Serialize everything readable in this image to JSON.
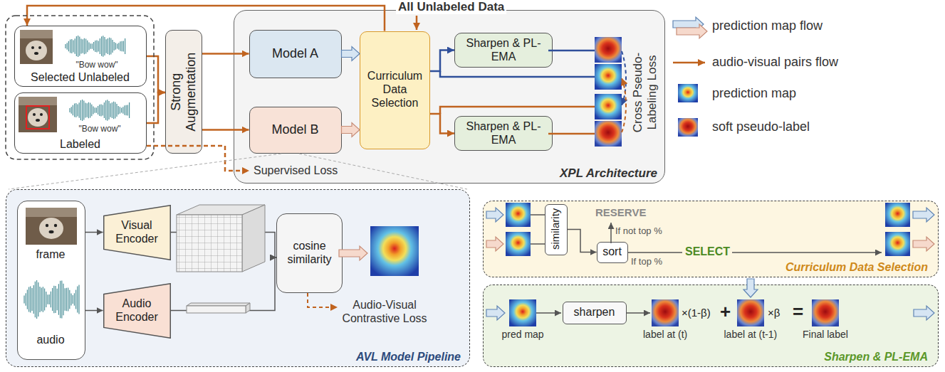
{
  "diagram": {
    "nodes": [
      {
        "text": [
          "\"Bow wow\"",
          "Selected Unlabeled"
        ]
      },
      {
        "text": [
          "\"Bow wow\"",
          "Labeled"
        ]
      },
      {
        "text": [
          "Strong Augmentation"
        ]
      },
      {
        "text": [
          "XPL Architecture"
        ]
      },
      {
        "text": [
          "Model A"
        ],
        "in": 3
      },
      {
        "text": [
          "Model B"
        ],
        "in": 3
      },
      {
        "text": [
          "Curriculum Data Selection"
        ],
        "in": 3
      },
      {
        "text": [
          "Sharpen & PL-EMA"
        ],
        "in": 3
      },
      {
        "text": [
          "Sharpen & PL-EMA"
        ],
        "in": 3
      },
      {
        "text": [
          "AVL Model Pipeline"
        ]
      },
      {
        "text": [
          "frame",
          "audio"
        ],
        "in": 9
      },
      {
        "text": [
          "Visual Encoder"
        ],
        "in": 9
      },
      {
        "text": [
          "Audio Encoder"
        ],
        "in": 9
      },
      {
        "text": [
          "cosine similarity"
        ],
        "in": 9
      },
      {
        "text": [
          "Curriculum Data Selection"
        ]
      },
      {
        "text": [
          "similarity"
        ],
        "in": 14
      },
      {
        "text": [
          "sort"
        ],
        "in": 14
      },
      {
        "text": [
          "Sharpen & PL-EMA"
        ]
      },
      {
        "text": [
          "sharpen"
        ],
        "in": 17
      }
    ],
    "edges": [
      {
        "from": 0,
        "to": 2,
        "arrow": "to"
      },
      {
        "from": 1,
        "to": 2,
        "arrow": "to"
      },
      {
        "from": 6,
        "to": 0,
        "arrow": "to"
      },
      {
        "from": 2,
        "to": 4,
        "arrow": "to"
      },
      {
        "from": 2,
        "to": 5,
        "arrow": "to"
      },
      {
        "from": 4,
        "to": 6,
        "arrow": "to"
      },
      {
        "from": 5,
        "to": 6,
        "arrow": "to"
      },
      {
        "from": 6,
        "to": 7,
        "arrow": "to"
      },
      {
        "from": 6,
        "to": 8,
        "arrow": "to"
      },
      {
        "from": 10,
        "to": 11,
        "arrow": "to"
      },
      {
        "from": 10,
        "to": 12,
        "arrow": "to"
      },
      {
        "from": 11,
        "to": 13,
        "arrow": "to"
      },
      {
        "from": 12,
        "to": 13,
        "arrow": "to"
      },
      {
        "from": 15,
        "to": 16,
        "arrow": "to"
      }
    ],
    "labels": [
      "All Unlabeled Data",
      "Supervised Loss",
      "Cross Pseudo-Labeling Loss",
      "Audio-Visual Contrastive Loss",
      "RESERVE",
      "If not top %",
      "If top %",
      "SELECT",
      "pred map",
      "label at (t)",
      "×(1-β)",
      "+",
      "label at (t-1)",
      "×β",
      "=",
      "Final label"
    ],
    "legend": [
      {
        "text": "prediction map flow"
      },
      {
        "text": "audio-visual pairs flow"
      },
      {
        "text": "prediction map"
      },
      {
        "text": "soft pseudo-label"
      }
    ]
  }
}
